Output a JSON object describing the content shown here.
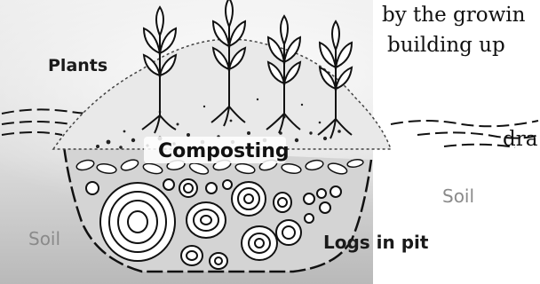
{
  "labels": {
    "plants": "Plants",
    "composting": "Composting",
    "soil_left": "Soil",
    "soil_right": "Soil",
    "logs": "Logs in pit"
  },
  "caption": {
    "line1": "by the growin",
    "line2": "building up",
    "line3": "dra"
  },
  "colors": {
    "background_light": "#f2f2f2",
    "background_dark": "#b8b8b8",
    "ink": "#111111",
    "soil_label": "#8a8a8a"
  }
}
